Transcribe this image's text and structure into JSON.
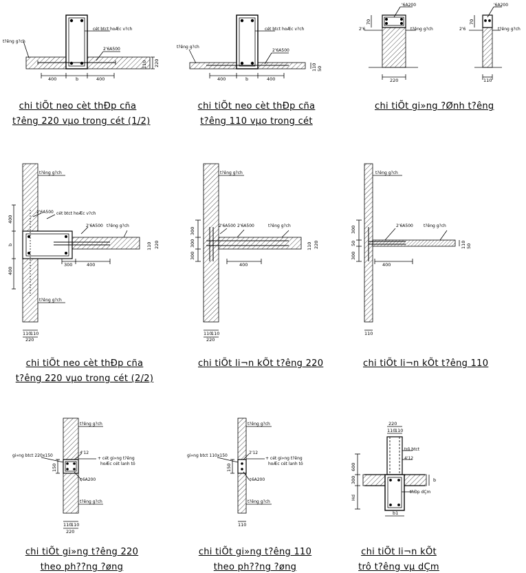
{
  "captions": {
    "d1": [
      "chi tiÕt neo cèt thÐp cña",
      "t?êng 220 vµo trong cét (1/2)"
    ],
    "d2": [
      "chi tiÕt neo cèt thÐp cña",
      "t?êng 110 vµo trong cét"
    ],
    "d3": [
      "chi tiÕt gi»ng ?Ønh t?êng"
    ],
    "d4": [
      "chi tiÕt neo cèt thÐp cña",
      "t?êng 220 vµo trong cét (2/2)"
    ],
    "d5": [
      "chi tiÕt li¬n kÕt t?êng 220"
    ],
    "d6": [
      "chi tiÕt li¬n kÕt t?êng 110"
    ],
    "d7": [
      "chi tiÕt gi»ng t?êng 220",
      "theo ph??ng ?øng"
    ],
    "d8": [
      "chi tiÕt gi»ng t?êng 110",
      "theo ph??ng ?øng"
    ],
    "d9": [
      "chi tiÕt li¬n kÕt",
      "trô t?êng vµ dÇm"
    ]
  },
  "labels": {
    "tuong_gach": "t?êng g?ch",
    "cot_btct": "cét btct hoÆc v?ch",
    "anchor_2_6": "2'6A500",
    "bar_2_6": "2'6",
    "stirrup_a200": "'6A200",
    "giang_220": "gi»ng btct 220x150",
    "giang_110": "gi»ng btct 110x150",
    "bar_4_12": "4'12",
    "bar_2_12": "2'12",
    "cot_giang_note_1": "+ cét gi»ng t?êng",
    "cot_giang_note_2": "hoÆc cét lanh tô",
    "stirrup_6a200": "¢6A200",
    "tru_btct": "trô btct",
    "thep_dam": "thÐp dÇm",
    "hd": "Hd",
    "b": "b",
    "b1": "b1"
  },
  "dims": {
    "d400": "400",
    "db": "b",
    "d110": "110",
    "d220": "220",
    "d70": "70",
    "d300": "300",
    "d50": "50",
    "d150": "150",
    "d600": "600"
  }
}
